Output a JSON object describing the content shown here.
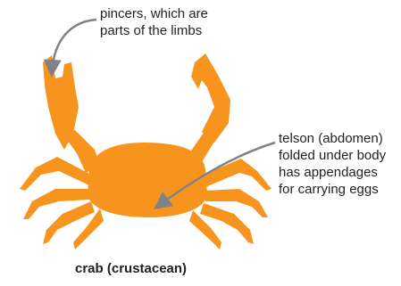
{
  "diagram": {
    "colors": {
      "crab": "#f7941d",
      "arrow": "#808285",
      "text": "#231f20"
    },
    "labels": {
      "pincers": [
        "pincers, which are",
        "parts of the limbs"
      ],
      "telson": [
        "telson (abdomen)",
        "folded under body",
        "has appendages",
        "for carrying eggs"
      ]
    },
    "caption": "crab (crustacean)"
  }
}
